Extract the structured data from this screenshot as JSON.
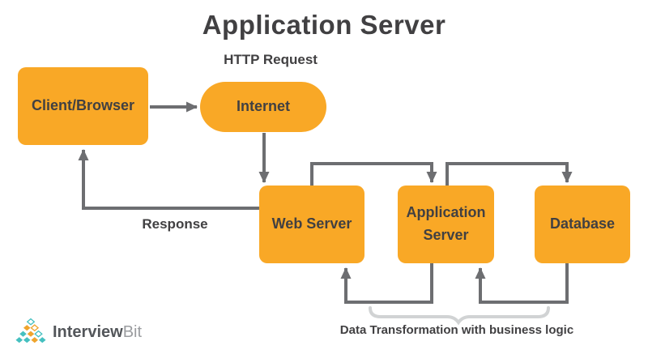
{
  "title": "Application Server",
  "labels": {
    "http_request": "HTTP Request",
    "response": "Response",
    "data_transformation": "Data Transformation with business logic"
  },
  "nodes": {
    "client_browser": {
      "label": "Client/Browser",
      "shape": "rounded-rect"
    },
    "internet": {
      "label": "Internet",
      "shape": "pill"
    },
    "web_server": {
      "label": "Web Server",
      "shape": "rounded-rect"
    },
    "application_server": {
      "label": "Application Server",
      "shape": "rounded-rect"
    },
    "database": {
      "label": "Database",
      "shape": "rounded-rect"
    }
  },
  "edges": [
    {
      "from": "client_browser",
      "to": "internet",
      "label": "HTTP Request"
    },
    {
      "from": "internet",
      "to": "web_server",
      "label": ""
    },
    {
      "from": "web_server",
      "to": "application_server",
      "label": ""
    },
    {
      "from": "application_server",
      "to": "database",
      "label": ""
    },
    {
      "from": "database",
      "to": "application_server",
      "label": ""
    },
    {
      "from": "application_server",
      "to": "web_server",
      "label": ""
    },
    {
      "from": "web_server",
      "to": "client_browser",
      "label": "Response"
    }
  ],
  "annotation": {
    "brace_text": "Data Transformation with business logic",
    "brace_applies_to": "return arrows between Web Server, Application Server and Database"
  },
  "logo": {
    "text_primary": "Interview",
    "text_secondary": "Bit"
  },
  "colors": {
    "box-fill": "#F9A826",
    "arrow": "#6D6E71",
    "text-dark": "#414042",
    "brace": "#D1D3D4",
    "logo-teal": "#45C0C0",
    "logo-orange": "#EFA42D",
    "logo-text-dark": "#53565A",
    "logo-text-light": "#9B9DA0",
    "background": "#FFFFFF"
  }
}
